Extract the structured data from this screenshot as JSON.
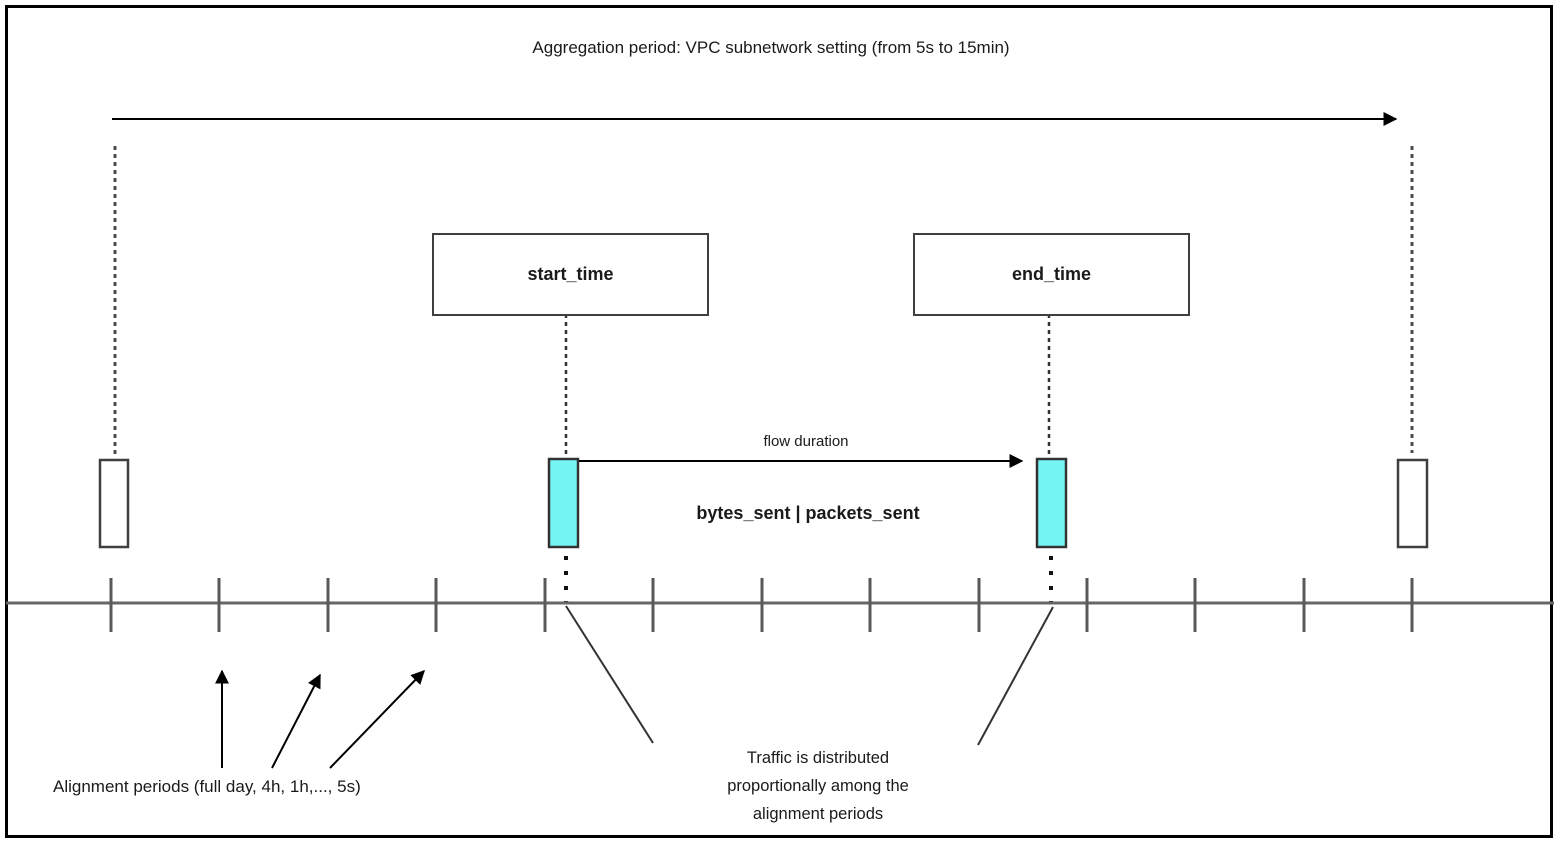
{
  "title": "Aggregation period: VPC subnetwork setting (from 5s to 15min)",
  "boxes": {
    "start_label": "start_time",
    "end_label": "end_time"
  },
  "labels": {
    "flow_duration": "flow duration",
    "metrics": "bytes_sent | packets_sent",
    "alignment_periods": "Alignment periods (full day, 4h, 1h,..., 5s)",
    "traffic_line1": "Traffic is distributed",
    "traffic_line2": "proportionally among the",
    "traffic_line3": "alignment periods"
  },
  "colors": {
    "interval_fill": "#76f5f5",
    "timeline": "#666666",
    "tick": "#595959",
    "dashed_guide": "#4d4d4d",
    "arrow": "#000000",
    "frame_border": "#000000"
  }
}
